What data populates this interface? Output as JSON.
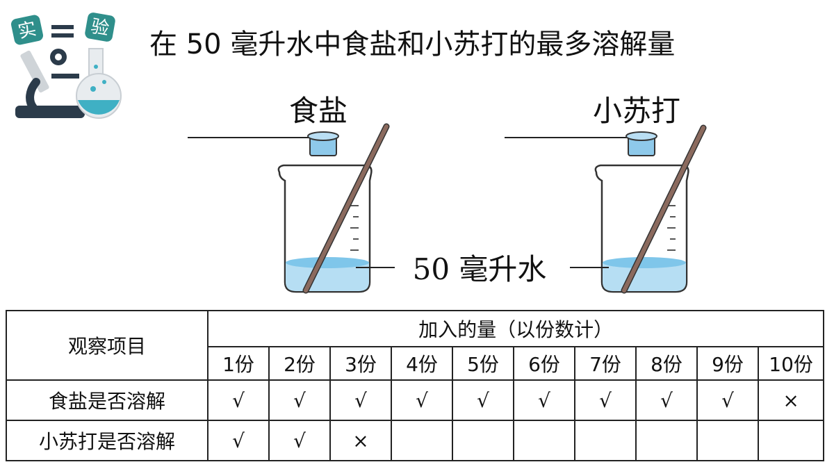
{
  "title": "在 50 毫升水中食盐和小苏打的最多溶解量",
  "logo": {
    "icon": "microscope-flask-icon",
    "text": "实验"
  },
  "diagram": {
    "left_label": "食盐",
    "right_label": "小苏打",
    "water_label": "50 毫升水",
    "water_color": "#9dd3ee",
    "cup_color": "#8ec9ea",
    "rod_color": "#8b6a5e"
  },
  "table": {
    "row_header": "观察项目",
    "group_header": "加入的量（以份数计）",
    "columns": [
      "1份",
      "2份",
      "3份",
      "4份",
      "5份",
      "6份",
      "7份",
      "8份",
      "9份",
      "10份"
    ],
    "rows": [
      {
        "label": "食盐是否溶解",
        "cells": [
          "√",
          "√",
          "√",
          "√",
          "√",
          "√",
          "√",
          "√",
          "√",
          "×"
        ]
      },
      {
        "label": "小苏打是否溶解",
        "cells": [
          "√",
          "√",
          "×",
          "",
          "",
          "",
          "",
          "",
          "",
          ""
        ]
      }
    ]
  }
}
